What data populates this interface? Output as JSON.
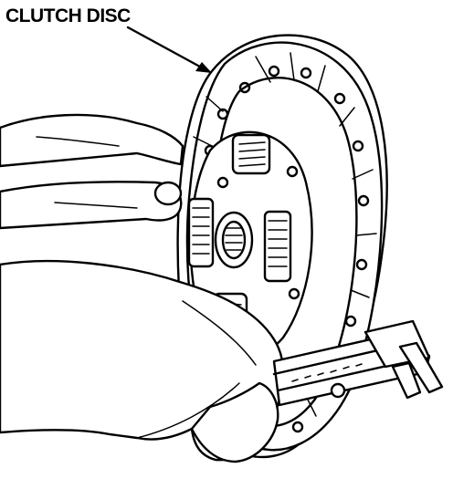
{
  "callout": {
    "label": "CLUTCH DISC"
  },
  "icons": {
    "disc": "clutch-disc-illustration",
    "hand": "hand-illustration",
    "tool": "vernier-caliper-illustration"
  },
  "colors": {
    "ink": "#000000",
    "paper": "#ffffff"
  }
}
